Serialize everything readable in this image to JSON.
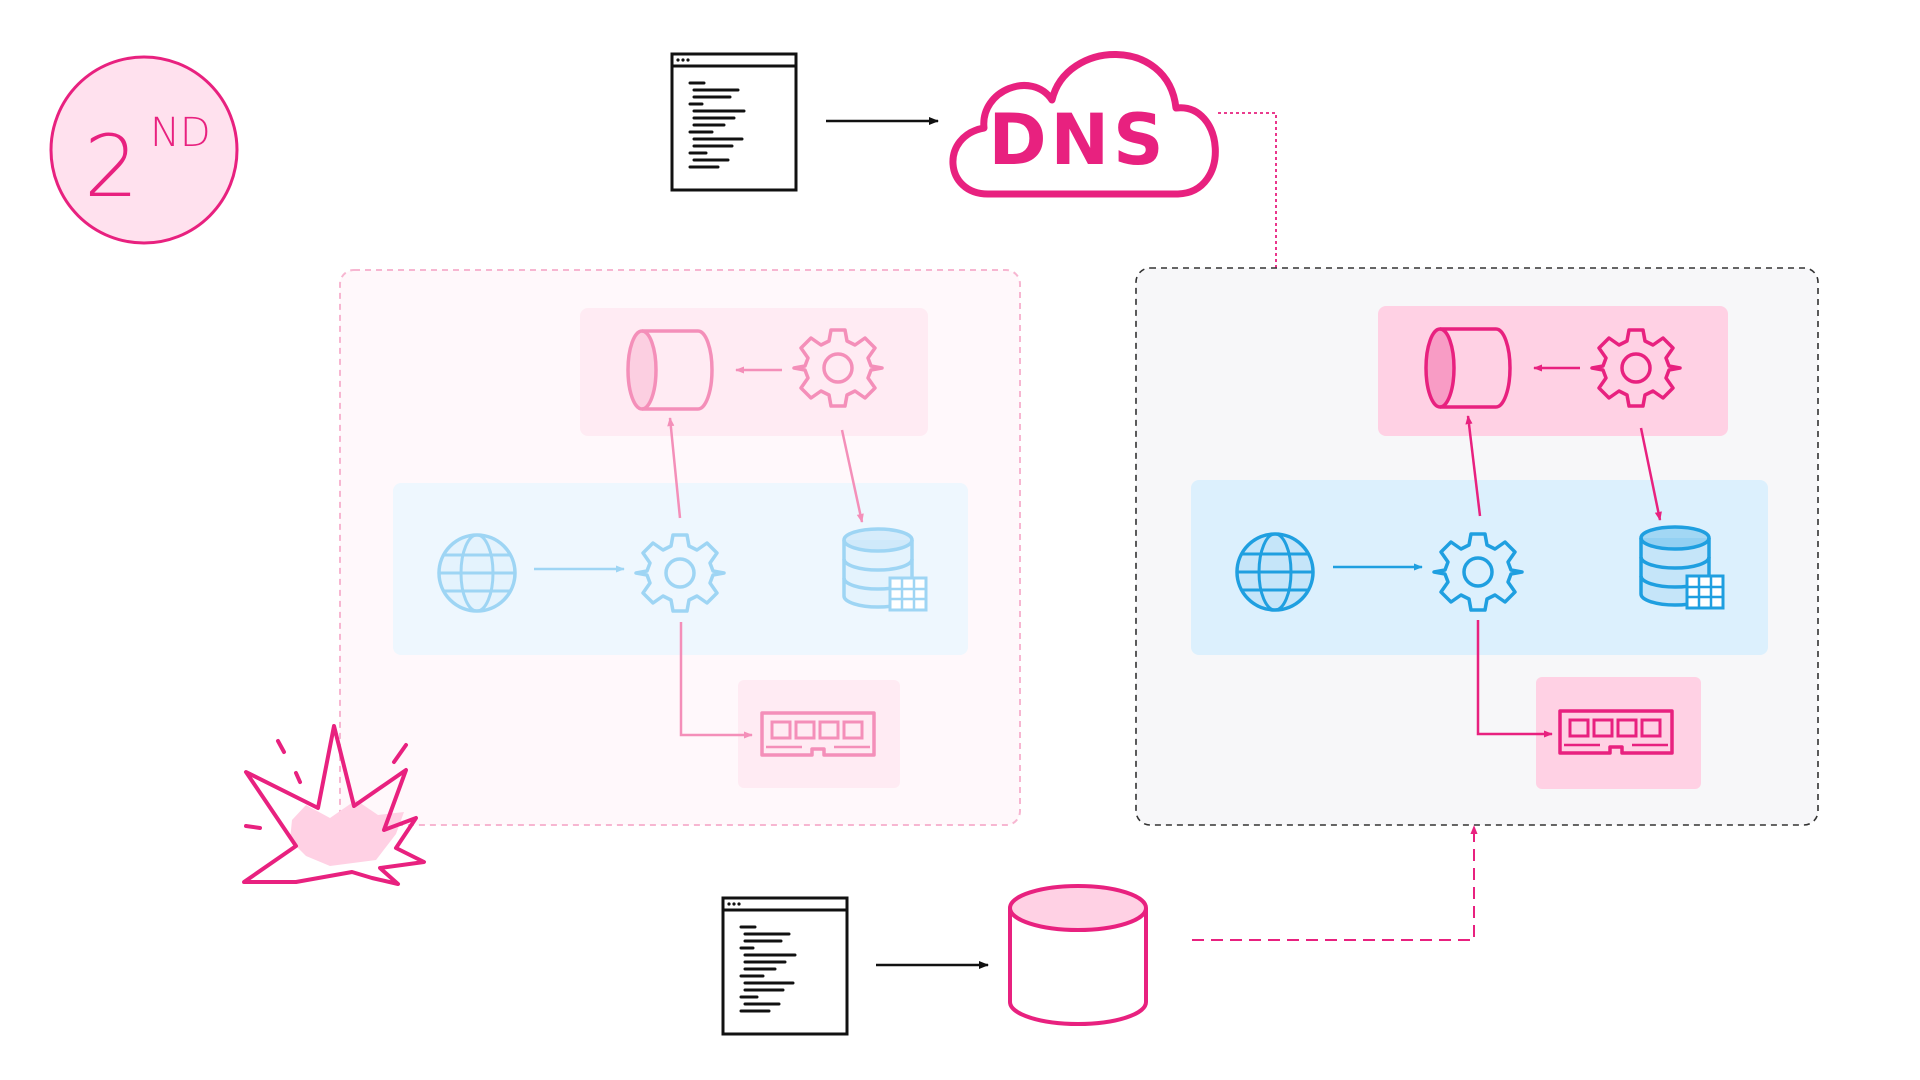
{
  "badge": {
    "number": "2",
    "suffix": "ND"
  },
  "dns": {
    "label": "DNS"
  },
  "colors": {
    "pink": "#e8217f",
    "pink_fill": "#ffd1e4",
    "blue": "#1f9fe0",
    "blue_fill": "#dcf0fd",
    "dark": "#111111",
    "gray_bg": "#f7f7f9",
    "faded_bg": "#fff8fb"
  },
  "icons": [
    "code-file-icon",
    "dns-cloud-icon",
    "storage-cylinder-icon",
    "gear-icon",
    "globe-icon",
    "database-table-icon",
    "memory-module-icon",
    "explosion-icon"
  ]
}
